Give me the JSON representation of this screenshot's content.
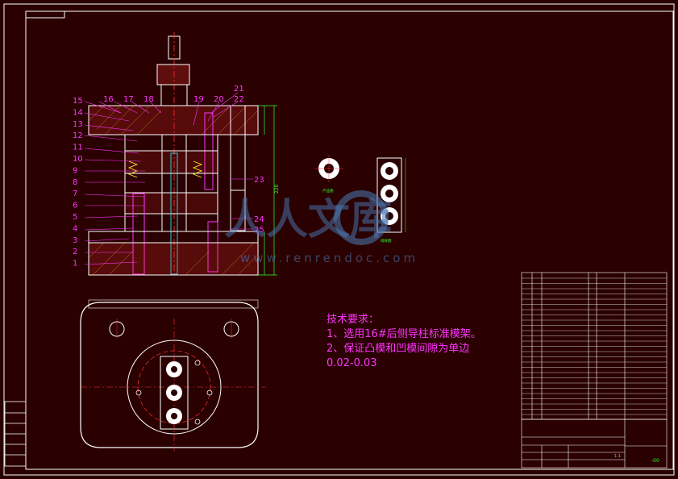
{
  "colors": {
    "background": "#2a0000",
    "frame": "#ffffff",
    "magenta": "#ff33ff",
    "green": "#33ff33",
    "yellow": "#ffff33",
    "red": "#ff3333",
    "cyan": "#33ffff",
    "watermark": "#4a7bb7"
  },
  "tech_requirements": {
    "heading": "技术要求：",
    "items": [
      "1、选用16#后侧导柱标准模架。",
      "2、保证凸模和凹模间隙为单边0.02-0.03"
    ]
  },
  "part_labels_left": [
    "15",
    "14",
    "13",
    "12",
    "11",
    "10",
    "9",
    "8",
    "7",
    "6",
    "5",
    "4",
    "3",
    "2",
    "1"
  ],
  "part_labels_top": [
    "16",
    "17",
    "18",
    "19",
    "20",
    "21",
    "22"
  ],
  "part_labels_right": [
    "23",
    "24",
    "25"
  ],
  "watermark": {
    "brand": "人人文库",
    "url": "www.renrendoc.com"
  },
  "title_block": {
    "scale_label": "1:1",
    "sheet_label": "-00"
  },
  "small_labels": {
    "part_caption": "产品图",
    "strip_caption": "排样图"
  }
}
